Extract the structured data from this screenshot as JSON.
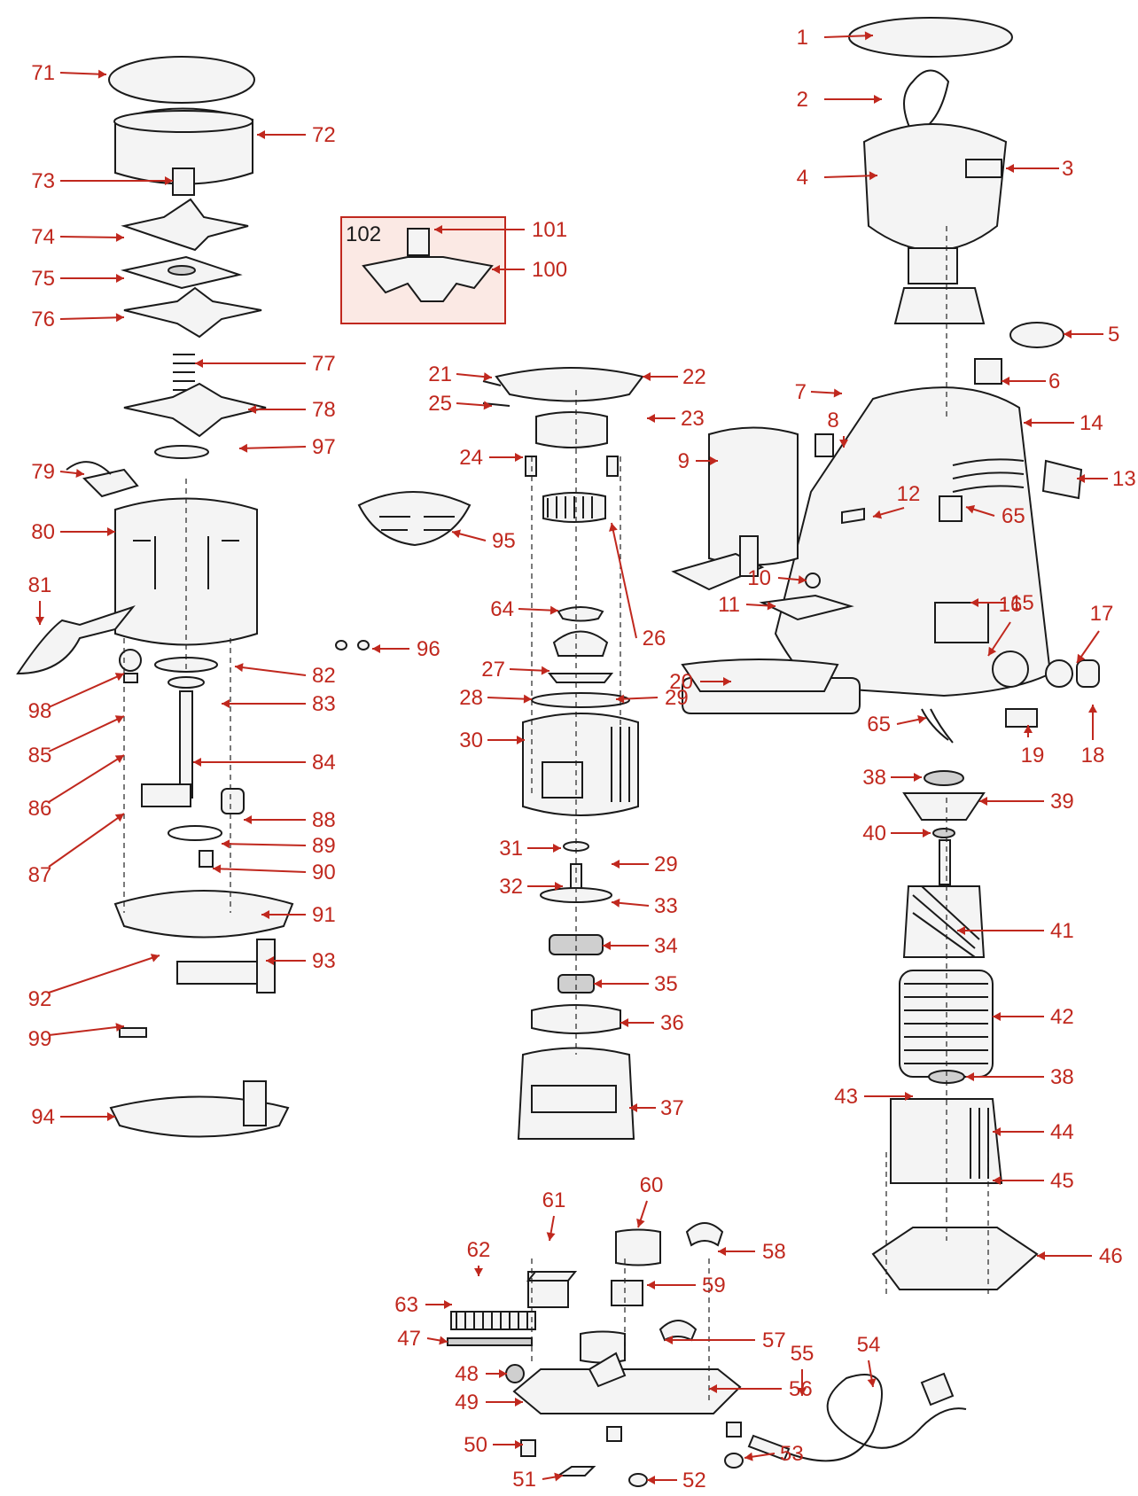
{
  "diagram": {
    "inset_group_label": "102",
    "callouts": [
      {
        "id": "c1",
        "text": "1"
      },
      {
        "id": "c2",
        "text": "2"
      },
      {
        "id": "c3",
        "text": "3"
      },
      {
        "id": "c4",
        "text": "4"
      },
      {
        "id": "c5",
        "text": "5"
      },
      {
        "id": "c6",
        "text": "6"
      },
      {
        "id": "c7",
        "text": "7"
      },
      {
        "id": "c8",
        "text": "8"
      },
      {
        "id": "c9",
        "text": "9"
      },
      {
        "id": "c10",
        "text": "10"
      },
      {
        "id": "c11",
        "text": "11"
      },
      {
        "id": "c12",
        "text": "12"
      },
      {
        "id": "c13",
        "text": "13"
      },
      {
        "id": "c14",
        "text": "14"
      },
      {
        "id": "c15",
        "text": "15"
      },
      {
        "id": "c16",
        "text": "16"
      },
      {
        "id": "c17",
        "text": "17"
      },
      {
        "id": "c18",
        "text": "18"
      },
      {
        "id": "c19",
        "text": "19"
      },
      {
        "id": "c20",
        "text": "20"
      },
      {
        "id": "c21",
        "text": "21"
      },
      {
        "id": "c22",
        "text": "22"
      },
      {
        "id": "c23",
        "text": "23"
      },
      {
        "id": "c24",
        "text": "24"
      },
      {
        "id": "c25",
        "text": "25"
      },
      {
        "id": "c26",
        "text": "26"
      },
      {
        "id": "c27",
        "text": "27"
      },
      {
        "id": "c28",
        "text": "28"
      },
      {
        "id": "c29a",
        "text": "29"
      },
      {
        "id": "c29b",
        "text": "29"
      },
      {
        "id": "c30",
        "text": "30"
      },
      {
        "id": "c31",
        "text": "31"
      },
      {
        "id": "c32",
        "text": "32"
      },
      {
        "id": "c33",
        "text": "33"
      },
      {
        "id": "c34",
        "text": "34"
      },
      {
        "id": "c35",
        "text": "35"
      },
      {
        "id": "c36",
        "text": "36"
      },
      {
        "id": "c37",
        "text": "37"
      },
      {
        "id": "c38a",
        "text": "38"
      },
      {
        "id": "c38b",
        "text": "38"
      },
      {
        "id": "c39",
        "text": "39"
      },
      {
        "id": "c40",
        "text": "40"
      },
      {
        "id": "c41",
        "text": "41"
      },
      {
        "id": "c42",
        "text": "42"
      },
      {
        "id": "c43",
        "text": "43"
      },
      {
        "id": "c44",
        "text": "44"
      },
      {
        "id": "c45",
        "text": "45"
      },
      {
        "id": "c46",
        "text": "46"
      },
      {
        "id": "c47",
        "text": "47"
      },
      {
        "id": "c48",
        "text": "48"
      },
      {
        "id": "c49",
        "text": "49"
      },
      {
        "id": "c50",
        "text": "50"
      },
      {
        "id": "c51",
        "text": "51"
      },
      {
        "id": "c52",
        "text": "52"
      },
      {
        "id": "c53",
        "text": "53"
      },
      {
        "id": "c54",
        "text": "54"
      },
      {
        "id": "c55",
        "text": "55"
      },
      {
        "id": "c56",
        "text": "56"
      },
      {
        "id": "c57",
        "text": "57"
      },
      {
        "id": "c58",
        "text": "58"
      },
      {
        "id": "c59",
        "text": "59"
      },
      {
        "id": "c60",
        "text": "60"
      },
      {
        "id": "c61",
        "text": "61"
      },
      {
        "id": "c62",
        "text": "62"
      },
      {
        "id": "c63",
        "text": "63"
      },
      {
        "id": "c64",
        "text": "64"
      },
      {
        "id": "c65a",
        "text": "65"
      },
      {
        "id": "c65b",
        "text": "65"
      },
      {
        "id": "c71",
        "text": "71"
      },
      {
        "id": "c72",
        "text": "72"
      },
      {
        "id": "c73",
        "text": "73"
      },
      {
        "id": "c74",
        "text": "74"
      },
      {
        "id": "c75",
        "text": "75"
      },
      {
        "id": "c76",
        "text": "76"
      },
      {
        "id": "c77",
        "text": "77"
      },
      {
        "id": "c78",
        "text": "78"
      },
      {
        "id": "c79",
        "text": "79"
      },
      {
        "id": "c80",
        "text": "80"
      },
      {
        "id": "c81",
        "text": "81"
      },
      {
        "id": "c82",
        "text": "82"
      },
      {
        "id": "c83",
        "text": "83"
      },
      {
        "id": "c84",
        "text": "84"
      },
      {
        "id": "c85",
        "text": "85"
      },
      {
        "id": "c86",
        "text": "86"
      },
      {
        "id": "c87",
        "text": "87"
      },
      {
        "id": "c88",
        "text": "88"
      },
      {
        "id": "c89",
        "text": "89"
      },
      {
        "id": "c90",
        "text": "90"
      },
      {
        "id": "c91",
        "text": "91"
      },
      {
        "id": "c92",
        "text": "92"
      },
      {
        "id": "c93",
        "text": "93"
      },
      {
        "id": "c94",
        "text": "94"
      },
      {
        "id": "c95",
        "text": "95"
      },
      {
        "id": "c96",
        "text": "96"
      },
      {
        "id": "c97",
        "text": "97"
      },
      {
        "id": "c98",
        "text": "98"
      },
      {
        "id": "c99",
        "text": "99"
      },
      {
        "id": "c100",
        "text": "100"
      },
      {
        "id": "c101",
        "text": "101"
      }
    ]
  },
  "colors": {
    "callout": "#c0281e",
    "line_art": "#1a1a1a",
    "inset_fill": "#fbe9e4"
  }
}
